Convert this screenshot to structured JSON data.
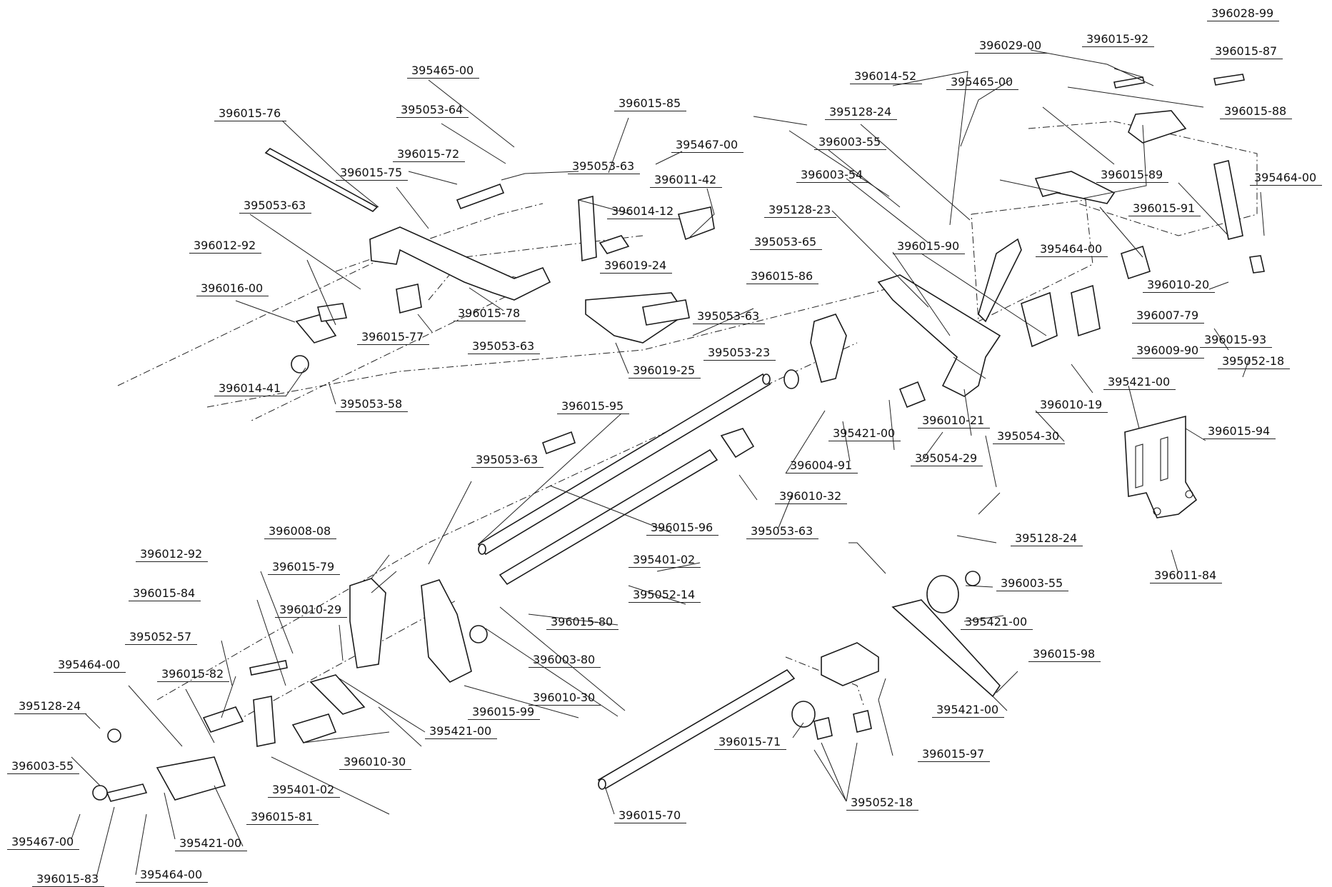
{
  "labels": [
    "396028-99",
    "396015-92",
    "396015-87",
    "396029-00",
    "396014-52",
    "395465-00",
    "396015-88",
    "395128-24",
    "396015-89",
    "395464-00",
    "396003-55",
    "396015-91",
    "396003-54",
    "395128-23",
    "396015-90",
    "395464-00",
    "395053-65",
    "396015-86",
    "396010-20",
    "396007-79",
    "396015-93",
    "395052-18",
    "396009-90",
    "395421-00",
    "396010-19",
    "395053-63",
    "395053-23",
    "396010-21",
    "395421-00",
    "395054-30",
    "395054-29",
    "396004-91",
    "396015-94",
    "396010-32",
    "395053-63",
    "396011-84",
    "395465-00",
    "395053-64",
    "396015-72",
    "396015-85",
    "395467-00",
    "395053-63",
    "396011-42",
    "396015-76",
    "396015-75",
    "396014-12",
    "395053-63",
    "396019-24",
    "396012-92",
    "396016-00",
    "396015-78",
    "396015-77",
    "395053-63",
    "396019-25",
    "396014-41",
    "395053-58",
    "396015-95",
    "395053-63",
    "396015-96",
    "396008-08",
    "396012-92",
    "396015-79",
    "395401-02",
    "395052-14",
    "396015-84",
    "396010-29",
    "396015-80",
    "395052-57",
    "395464-00",
    "396015-82",
    "396003-80",
    "395128-24",
    "396015-99",
    "396010-30",
    "395421-00",
    "396003-55",
    "396010-30",
    "395401-02",
    "396015-81",
    "395467-00",
    "395421-00",
    "396015-83",
    "395464-00",
    "395128-24",
    "396003-55",
    "395421-00",
    "396015-98",
    "395421-00",
    "396015-71",
    "396015-97",
    "395052-18",
    "396015-70"
  ]
}
